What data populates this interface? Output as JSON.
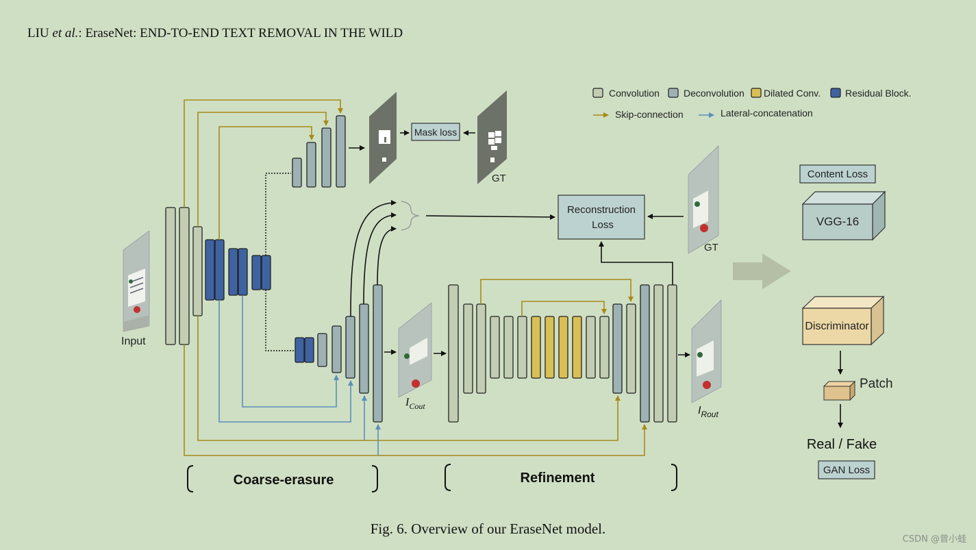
{
  "header": {
    "authors": "LIU",
    "etal": "et al.",
    "sep": ":",
    "title": "EraseNet:  END-TO-END TEXT REMOVAL IN THE WILD"
  },
  "legend": {
    "convolution": "Convolution",
    "deconvolution": "Deconvolution",
    "dilated": "Dilated  Conv.",
    "residual": "Residual Block.",
    "skip": "Skip-connection",
    "lateral": "Lateral-concatenation"
  },
  "labels": {
    "input": "Input",
    "mask_loss": "Mask loss",
    "gt_mask": "GT",
    "gt_image": "GT",
    "reconstruction_line1": "Reconstruction",
    "reconstruction_line2": "Loss",
    "i_cout_main": "I",
    "i_cout_sub": "Cout",
    "i_rout_main": "I",
    "i_rout_sub": "Rout",
    "coarse_erasure": "Coarse-erasure",
    "refinement": "Refinement",
    "content_loss": "Content Loss",
    "vgg": "VGG-16",
    "discriminator": "Discriminator",
    "patch": "Patch",
    "real_fake": "Real / Fake",
    "gan_loss": "GAN Loss"
  },
  "caption": "Fig. 6.    Overview of our EraseNet model.",
  "watermark": "CSDN @曾小蛙",
  "colors": {
    "background": "#cfdfc4",
    "convolution": "#c3cdb4",
    "deconvolution": "#9eb2b4",
    "dilated": "#d9bf55",
    "residual": "#3e63a0",
    "skip": "#a88a18",
    "lateral": "#5a8fb8",
    "box_fill": "#bcd2d0",
    "discriminator": "#ecd8a6",
    "patch": "#e0c28e",
    "vgg": "#b9cdc8"
  }
}
